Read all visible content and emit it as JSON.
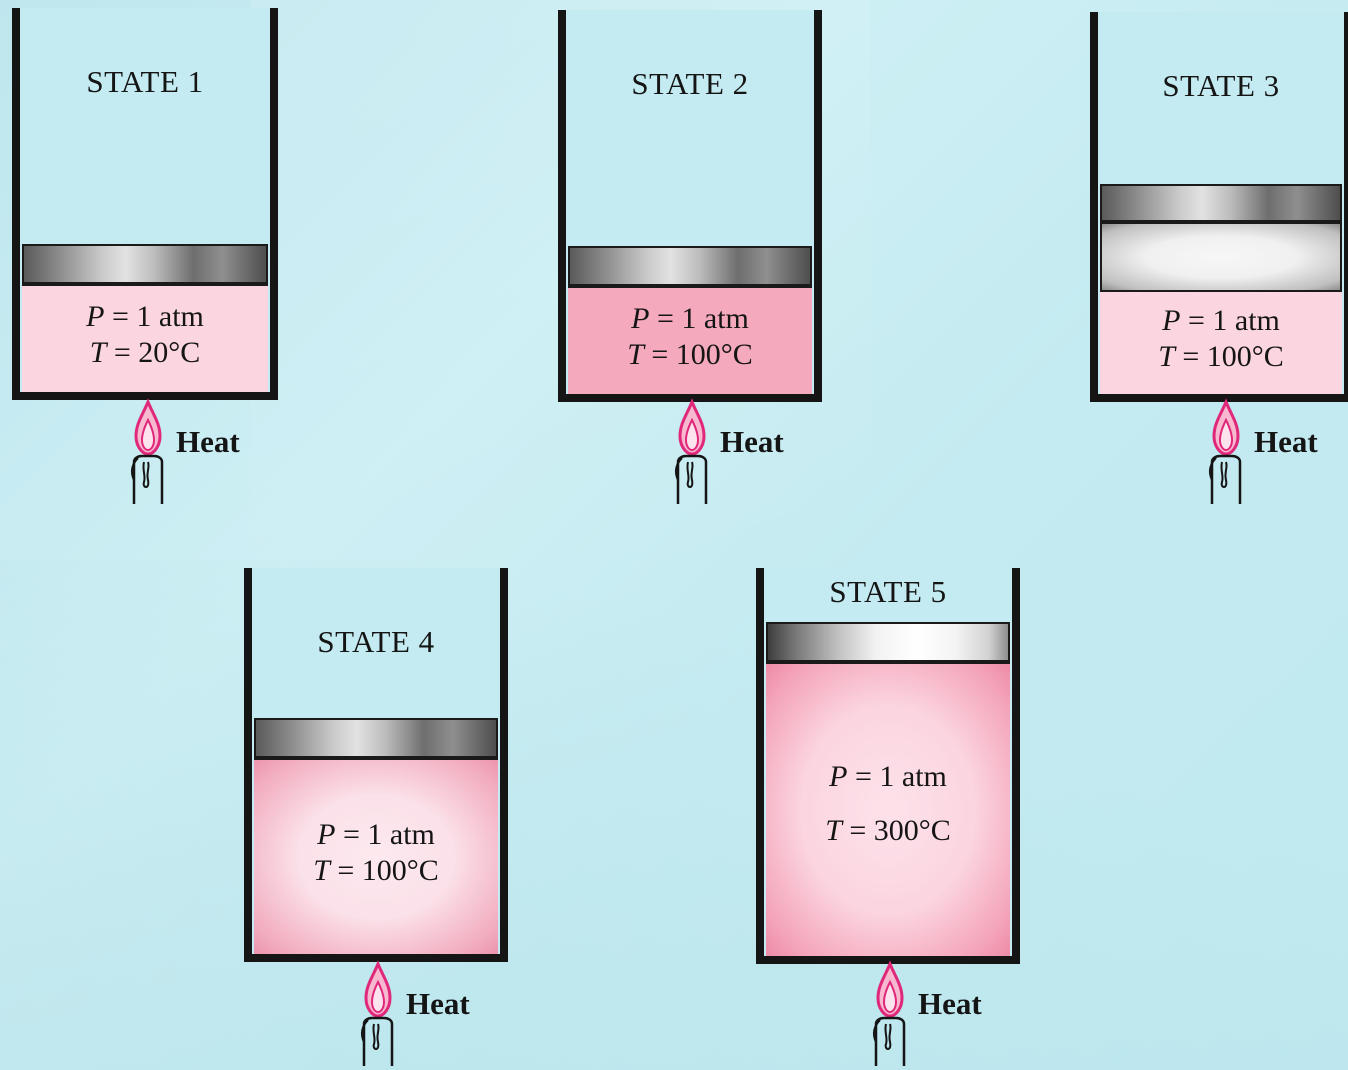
{
  "states": [
    {
      "label": "STATE 1",
      "pressure": "P = 1 atm",
      "temperature": "T = 20°C",
      "heat": "Heat"
    },
    {
      "label": "STATE 2",
      "pressure": "P = 1 atm",
      "temperature": "T = 100°C",
      "heat": "Heat"
    },
    {
      "label": "STATE 3",
      "pressure": "P = 1 atm",
      "temperature": "T = 100°C",
      "heat": "Heat"
    },
    {
      "label": "STATE 4",
      "pressure": "P = 1 atm",
      "temperature": "T = 100°C",
      "heat": "Heat"
    },
    {
      "label": "STATE 5",
      "pressure": "P = 1 atm",
      "temperature": "T = 300°C",
      "heat": "Heat"
    }
  ],
  "colors": {
    "background": "#c6ecf2",
    "wall": "#151515",
    "liquid_light": "#fbd5df",
    "liquid_medium": "#f4a9bd",
    "vapor": "#f0f0f0",
    "flame": "#e0287a"
  },
  "icons": {
    "burner": "candle-flame-icon",
    "piston": "piston"
  }
}
